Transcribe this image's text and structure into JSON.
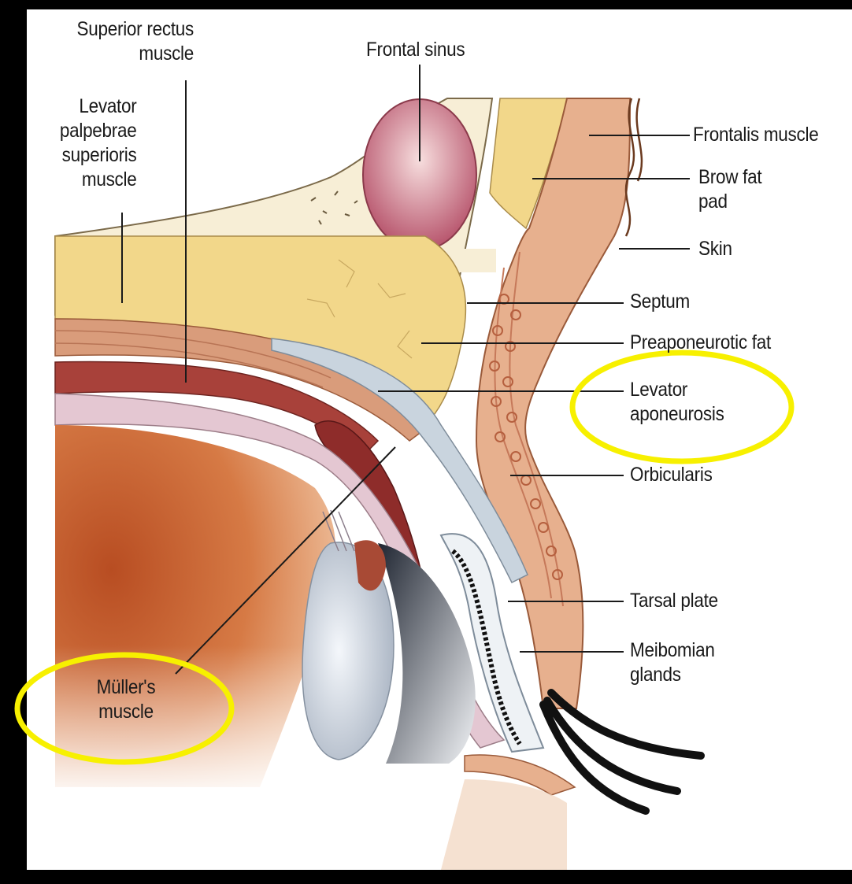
{
  "labels": {
    "superior_rectus": "Superior rectus\nmuscle",
    "frontal_sinus": "Frontal sinus",
    "levator_palpebrae": "Levator\npalpebrae\nsuperioris\nmuscle",
    "frontalis": "Frontalis muscle",
    "brow_fat": "Brow fat\npad",
    "skin": "Skin",
    "septum": "Septum",
    "preaponeurotic_fat": "Preaponeurotic fat",
    "levator_aponeurosis": "Levator\naponeurosis",
    "orbicularis": "Orbicularis",
    "tarsal_plate": "Tarsal plate",
    "meibomian": "Meibomian\nglands",
    "muller": "Müller's\nmuscle"
  },
  "colors": {
    "background": "#000000",
    "panel": "#ffffff",
    "highlight": "#f7f000",
    "fat": "#f2d78a",
    "muscle": "#a8413a",
    "bone": "#f7eed6",
    "skin": "#e7b08e"
  }
}
